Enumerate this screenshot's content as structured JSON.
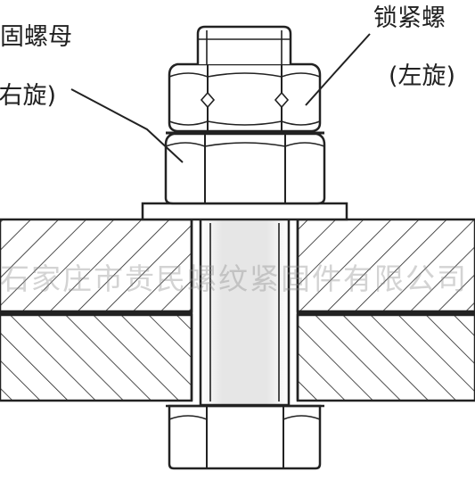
{
  "labels": {
    "fixing_nut_line1": "固螺母",
    "fixing_nut_line2": "(右旋)",
    "lock_nut_line1": "锁紧螺",
    "lock_nut_line2": "(左旋)"
  },
  "watermark": "石家庄市贵民螺纹紧固件有限公司",
  "colors": {
    "line": "#222222",
    "background": "#ffffff",
    "shaft_shade": "#e6e6e6"
  }
}
